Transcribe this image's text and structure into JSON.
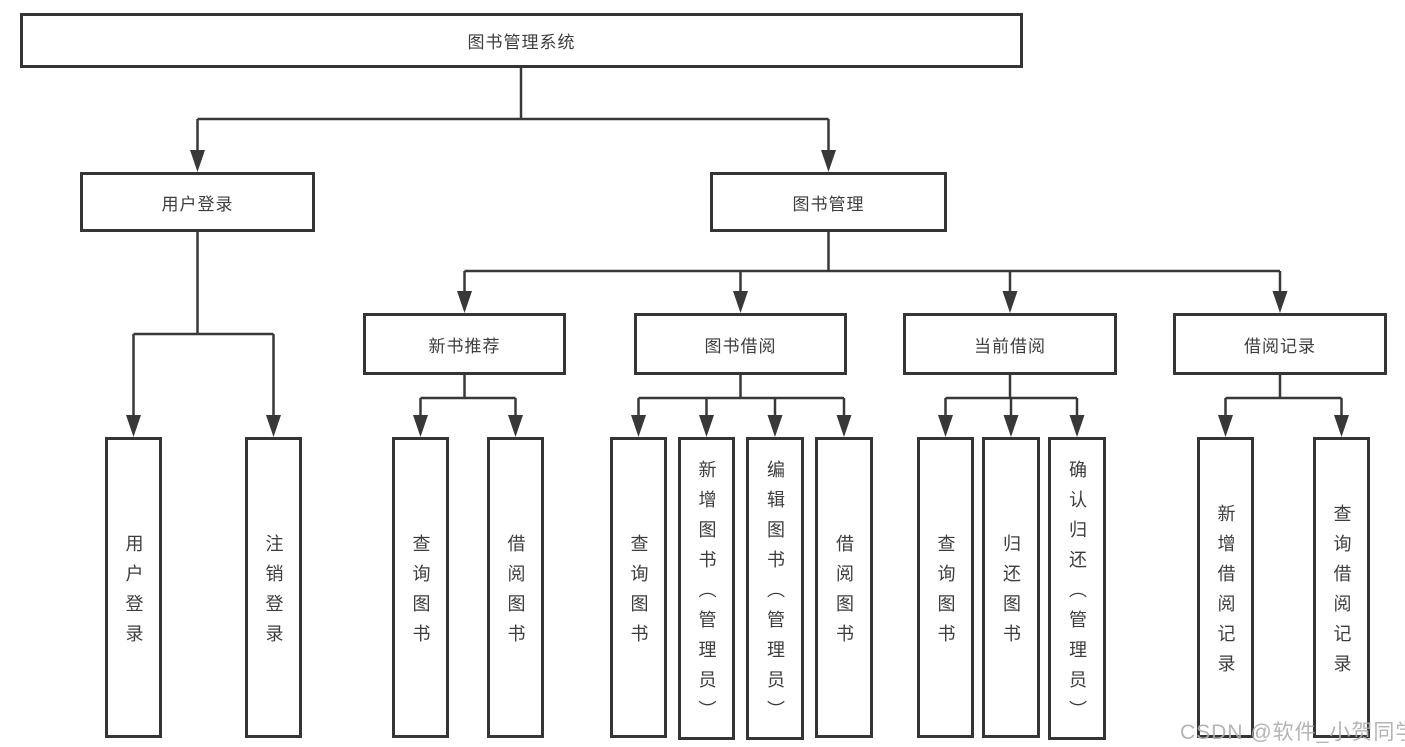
{
  "diagram": {
    "root": {
      "label": "图书管理系统"
    },
    "level2": {
      "user_login": {
        "label": "用户登录"
      },
      "book_mgmt": {
        "label": "图书管理"
      }
    },
    "level3": {
      "new_books": {
        "label": "新书推荐"
      },
      "book_borrow": {
        "label": "图书借阅"
      },
      "current_borrow": {
        "label": "当前借阅"
      },
      "borrow_records": {
        "label": "借阅记录"
      }
    },
    "leaves": {
      "login": {
        "label": "用户登录"
      },
      "logout": {
        "label": "注销登录"
      },
      "nb_query": {
        "label": "查询图书"
      },
      "nb_borrow": {
        "label": "借阅图书"
      },
      "bw_query": {
        "label": "查询图书"
      },
      "bw_add": {
        "label": "新增图书（管理员）"
      },
      "bw_edit": {
        "label": "编辑图书（管理员）"
      },
      "bw_borrow": {
        "label": "借阅图书"
      },
      "cur_query": {
        "label": "查询图书"
      },
      "cur_return": {
        "label": "归还图书"
      },
      "cur_confirm": {
        "label": "确认归还（管理员）"
      },
      "rec_add": {
        "label": "新增借阅记录"
      },
      "rec_query": {
        "label": "查询借阅记录"
      }
    },
    "watermark": "CSDN @软件_小贺同学",
    "colors": {
      "line": "#383838",
      "box_border": "#353535",
      "text": "#3d3d3d",
      "watermark": "#aeaeae",
      "background": "#ffffff"
    }
  }
}
